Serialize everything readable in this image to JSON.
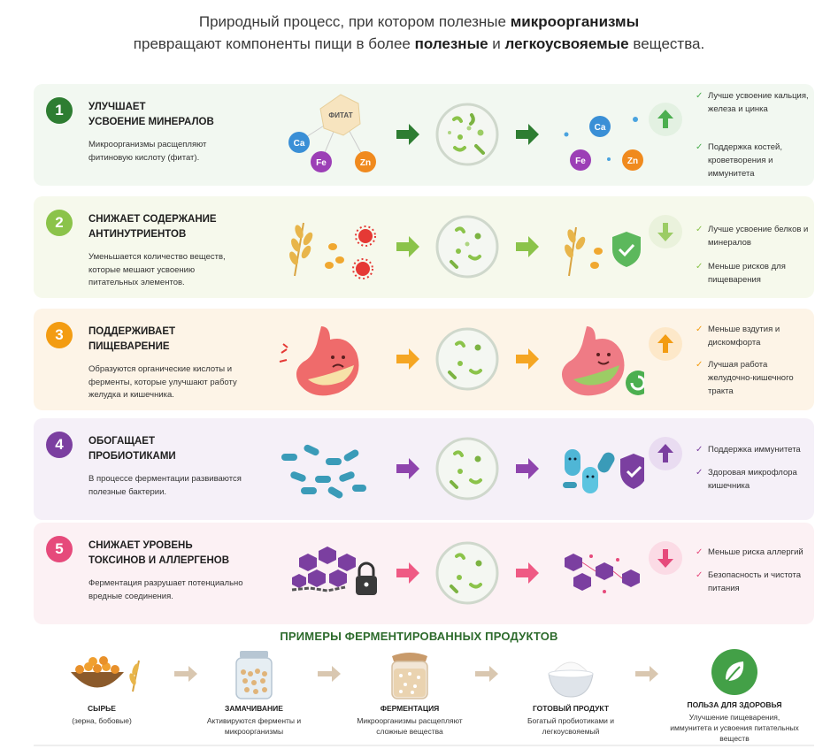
{
  "header": {
    "line1_a": "Природный процесс, при котором полезные ",
    "line1_b": "микроорганизмы",
    "line2_a": "превращают компоненты пищи в более ",
    "line2_b": "полезные",
    "line2_c": " и ",
    "line2_d": "легкоусвояемые",
    "line2_e": " вещества."
  },
  "rows": [
    {
      "num": "1",
      "title1": "УЛУЧШАЕТ",
      "title2": "УСВОЕНИЕ МИНЕРАЛОВ",
      "text": "Микроорганизмы расщепляют фитиновую кислоту (фитат).",
      "color": "#2e7d32",
      "bg": "#f2f8f1",
      "left_label": "ФИТАТ",
      "minerals": [
        "Ca",
        "Fe",
        "Zn"
      ],
      "arrow_icon": "arrow-up-icon",
      "benefits": [
        "Лучше усвоение кальция, железа и цинка",
        "Поддержка костей, кроветворения и иммунитета"
      ]
    },
    {
      "num": "2",
      "title1": "СНИЖАЕТ СОДЕРЖАНИЕ",
      "title2": "АНТИНУТРИЕНТОВ",
      "text": "Уменьшается количество веществ, которые мешают усвоению питательных элементов.",
      "color": "#8bc34a",
      "bg": "#f6f9ec",
      "arrow_icon": "arrow-down-icon",
      "benefits": [
        "Лучше усвоение белков и минералов",
        "Меньше рисков для пищеварения"
      ]
    },
    {
      "num": "3",
      "title1": "ПОДДЕРЖИВАЕТ",
      "title2": "ПИЩЕВАРЕНИЕ",
      "text": "Образуются органические кислоты и ферменты, которые улучшают работу желудка и кишечника.",
      "color": "#f39c12",
      "bg": "#fdf4e7",
      "arrow_icon": "arrow-up-icon",
      "benefits": [
        "Меньше вздутия и дискомфорта",
        "Лучшая работа желудочно-кишечного тракта"
      ]
    },
    {
      "num": "4",
      "title1": "ОБОГАЩАЕТ",
      "title2": "ПРОБИОТИКАМИ",
      "text": "В процессе ферментации развиваются полезные бактерии.",
      "color": "#7b3fa0",
      "bg": "#f5f0f8",
      "arrow_icon": "arrow-up-icon",
      "benefits": [
        "Поддержка иммунитета",
        "Здоровая микрофлора кишечника"
      ]
    },
    {
      "num": "5",
      "title1": "СНИЖАЕТ УРОВЕНЬ",
      "title2": "ТОКСИНОВ И АЛЛЕРГЕНОВ",
      "text": "Ферментация разрушает потенциально вредные соединения.",
      "color": "#e64a7b",
      "bg": "#fcf1f4",
      "arrow_icon": "arrow-down-icon",
      "benefits": [
        "Меньше риска аллергий",
        "Безопасность и чистота питания"
      ]
    }
  ],
  "examples": {
    "title": "ПРИМЕРЫ ФЕРМЕНТИРОВАННЫХ ПРОДУКТОВ",
    "steps": [
      {
        "label": "СЫРЬЕ",
        "desc": "(зерна, бобовые)",
        "icon": "grain-bowl-icon"
      },
      {
        "label": "ЗАМАЧИВАНИЕ",
        "desc": "Активируются ферменты и микроорганизмы",
        "icon": "jar-icon"
      },
      {
        "label": "ФЕРМЕНТАЦИЯ",
        "desc": "Микроорганизмы расщепляют сложные вещества",
        "icon": "fermentation-jar-icon"
      },
      {
        "label": "ГОТОВЫЙ ПРОДУКТ",
        "desc": "Богатый пробиотиками и легкоусвояемый",
        "icon": "yogurt-bowl-icon"
      },
      {
        "label": "ПОЛЬЗА ДЛЯ ЗДОРОВЬЯ",
        "desc": "Улучшение пищеварения, иммунитета и усвоения питательных веществ",
        "icon": "leaf-icon"
      }
    ]
  }
}
